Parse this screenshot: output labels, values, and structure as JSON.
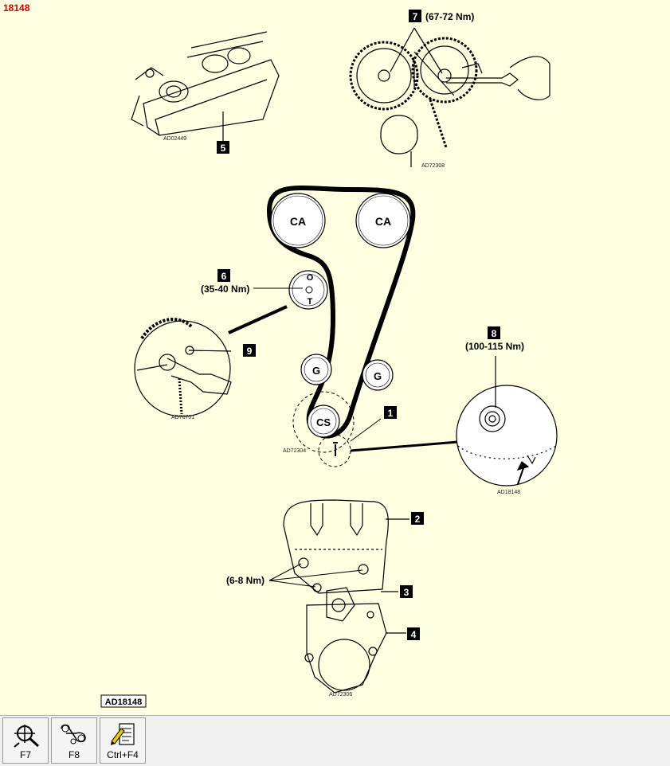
{
  "doc_id": "18148",
  "figure_ref": "AD18148",
  "callouts": {
    "c1": "1",
    "c2": "2",
    "c3": "3",
    "c4": "4",
    "c5": "5",
    "c6": "6",
    "c7": "7",
    "c8": "8",
    "c9": "9"
  },
  "torques": {
    "c6": "(35-40 Nm)",
    "c7": "(67-72 Nm)",
    "c8": "(100-115 Nm)",
    "cover": "(6-8 Nm)"
  },
  "pulleys": {
    "cam_left": "CA",
    "cam_right": "CA",
    "tensioner_o": "O",
    "tensioner_t": "T",
    "guide_left": "G",
    "guide_right": "G",
    "crank": "CS"
  },
  "image_codes": {
    "camshaft_view": "AD02449",
    "sprocket_view": "AD72308",
    "tensioner_view": "AD76701",
    "belt_layout": "AD72304",
    "crank_view": "AD18148",
    "cover_view": "AD72306"
  },
  "toolbar": {
    "f7_label": "F7",
    "f8_label": "F8",
    "ctrlf4_label": "Ctrl+F4"
  }
}
